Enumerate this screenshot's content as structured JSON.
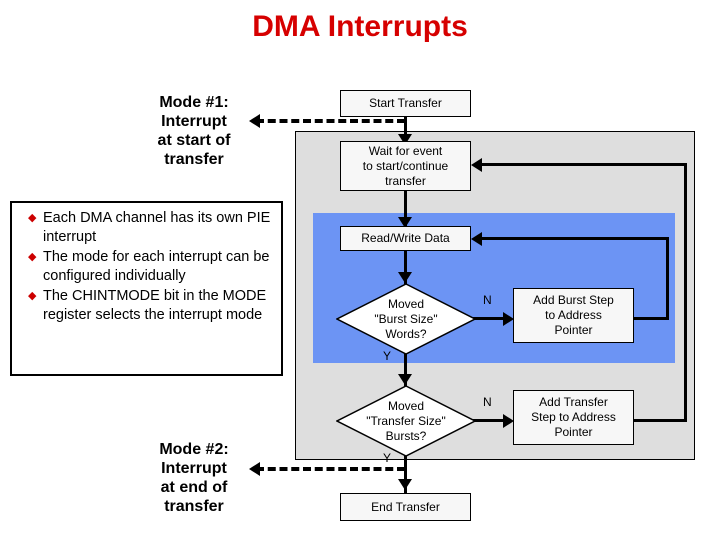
{
  "slide": {
    "title": "DMA Interrupts",
    "title_color": "#D60000",
    "background": "#FFFFFF"
  },
  "notes_box": {
    "bullet_glyph": "◆",
    "bullet_color": "#CC0000",
    "items": [
      "Each DMA channel has its own PIE interrupt",
      "The mode for each interrupt can be configured individually",
      "The CHINTMODE bit in the MODE register selects the interrupt mode"
    ]
  },
  "callouts": {
    "mode1": "Mode #1:\nInterrupt\nat start of\ntransfer",
    "mode2": "Mode #2:\nInterrupt\nat end of\ntransfer"
  },
  "regions": {
    "outer_label_color": "#DEDEDE",
    "inner_label_color": "#6C94F4"
  },
  "flowchart": {
    "type": "flowchart",
    "nodes": [
      {
        "id": "start",
        "kind": "process",
        "label": "Start Transfer"
      },
      {
        "id": "wait",
        "kind": "process",
        "label": "Wait for event\nto start/continue\ntransfer"
      },
      {
        "id": "readwrite",
        "kind": "process",
        "label": "Read/Write Data"
      },
      {
        "id": "burst_q",
        "kind": "decision",
        "label": "Moved\n\"Burst Size\"\nWords?"
      },
      {
        "id": "burst_step",
        "kind": "process",
        "label": "Add Burst Step\nto Address\nPointer"
      },
      {
        "id": "xfer_q",
        "kind": "decision",
        "label": "Moved\n\"Transfer Size\"\nBursts?"
      },
      {
        "id": "xfer_step",
        "kind": "process",
        "label": "Add Transfer\nStep to Address\nPointer"
      },
      {
        "id": "end",
        "kind": "process",
        "label": "End Transfer"
      }
    ],
    "branch_labels": {
      "burst_no": "N",
      "burst_yes": "Y",
      "xfer_no": "N",
      "xfer_yes": "Y"
    }
  }
}
